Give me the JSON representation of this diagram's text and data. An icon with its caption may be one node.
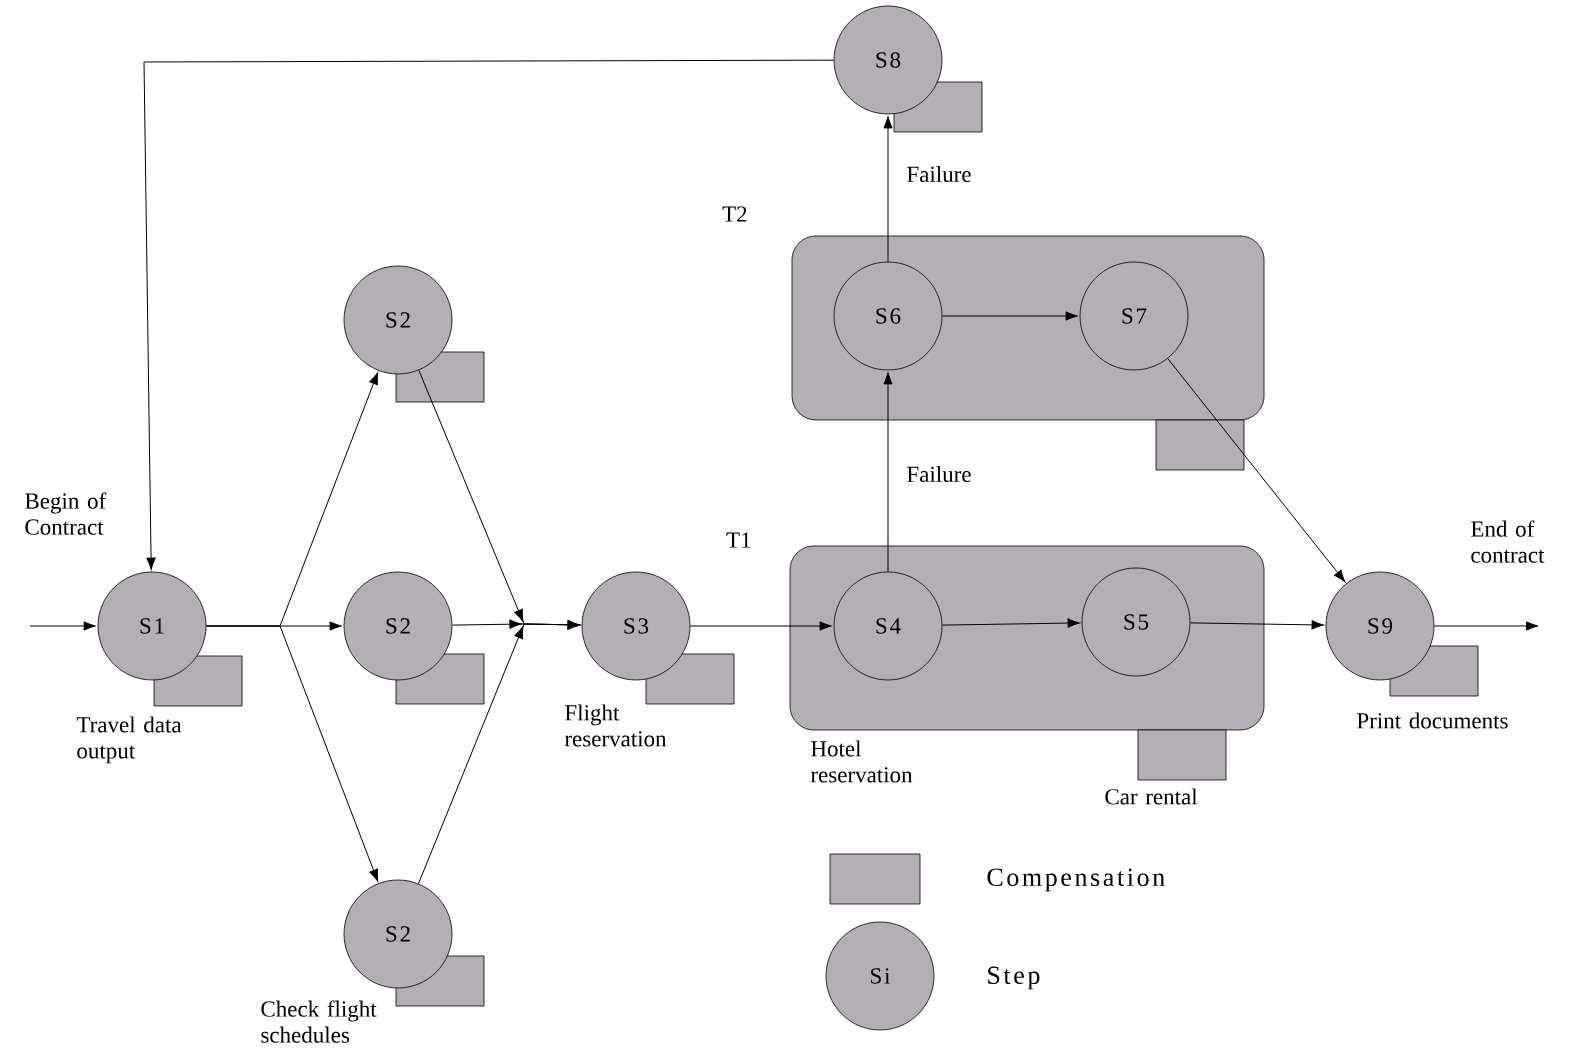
{
  "diagram": {
    "nodes": [
      {
        "text": [
          "T1"
        ],
        "beside": [
          "Car rental"
        ]
      },
      {
        "text": [
          "T2"
        ]
      },
      {
        "text": [
          "S8"
        ]
      },
      {
        "text": [
          "S6"
        ],
        "in": 1
      },
      {
        "text": [
          "S7"
        ],
        "in": 1
      },
      {
        "text": [
          "S4"
        ],
        "in": 0,
        "beside": [
          "Hotel reservation"
        ]
      },
      {
        "text": [
          "S5"
        ],
        "in": 0
      },
      {
        "text": [
          "S1"
        ],
        "beside": [
          "Begin of Contract",
          "Travel data output"
        ]
      },
      {
        "text": [
          "S2"
        ]
      },
      {
        "text": [
          "S2"
        ]
      },
      {
        "text": [
          "S2"
        ],
        "beside": [
          "Check flight schedules"
        ]
      },
      {
        "text": [
          "S3"
        ],
        "beside": [
          "Flight reservation"
        ]
      },
      {
        "text": [
          "S9"
        ],
        "beside": [
          "End of contract",
          "Print documents"
        ]
      }
    ],
    "edges": [
      {
        "from": null,
        "to": 7,
        "arrow": "to"
      },
      {
        "from": 2,
        "to": 7,
        "arrow": "to"
      },
      {
        "from": 7,
        "to": 8,
        "arrow": "to"
      },
      {
        "from": 7,
        "to": 9,
        "arrow": "to"
      },
      {
        "from": 7,
        "to": 10,
        "arrow": "to"
      },
      {
        "from": 8,
        "to": 11,
        "arrow": "to"
      },
      {
        "from": 9,
        "to": 11,
        "arrow": "to"
      },
      {
        "from": 10,
        "to": 11,
        "arrow": "to"
      },
      {
        "from": 11,
        "to": 5,
        "arrow": "to"
      },
      {
        "from": 5,
        "to": 6,
        "arrow": "to"
      },
      {
        "from": 5,
        "to": 3,
        "arrow": "to",
        "label": "Failure"
      },
      {
        "from": 3,
        "to": 4,
        "arrow": "to"
      },
      {
        "from": 3,
        "to": 2,
        "arrow": "to",
        "label": "Failure"
      },
      {
        "from": 4,
        "to": 12,
        "arrow": "to"
      },
      {
        "from": 6,
        "to": 12,
        "arrow": "to"
      },
      {
        "from": 12,
        "to": null,
        "arrow": "to"
      }
    ],
    "labels": [
      "Si"
    ],
    "legend": [
      {
        "text": "Compensation",
        "color": "#b4afb4"
      },
      {
        "text": "Step"
      }
    ]
  }
}
